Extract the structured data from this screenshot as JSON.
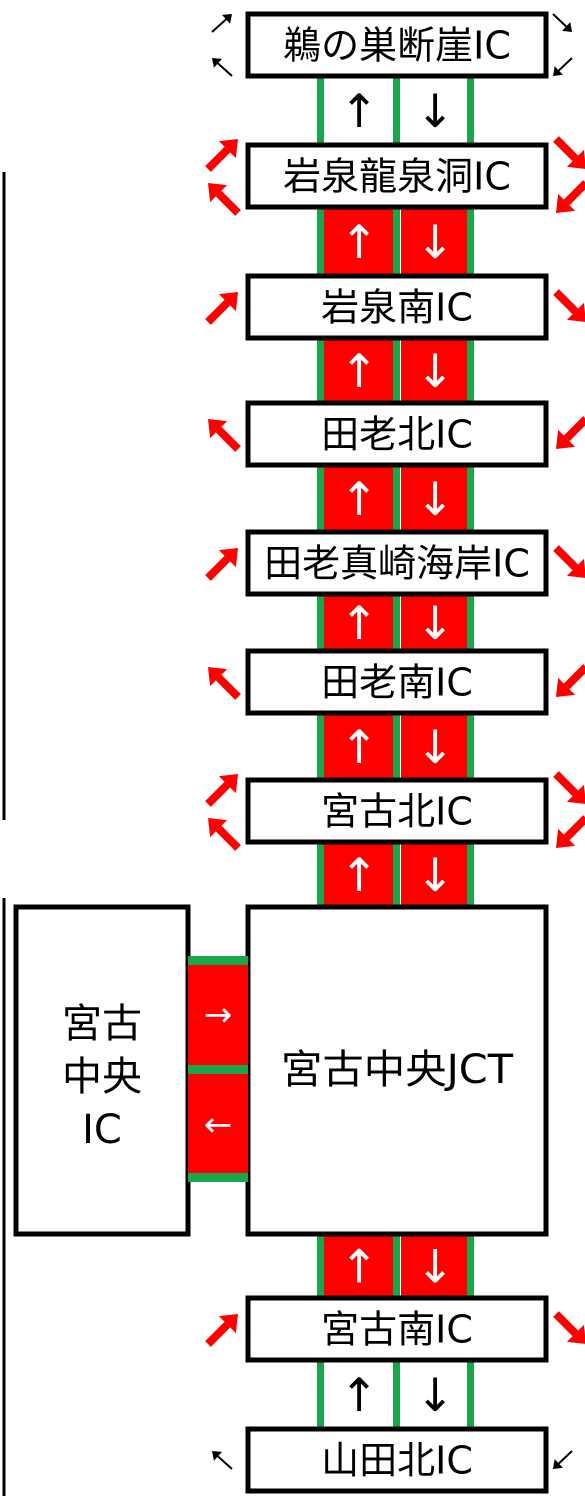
{
  "interchanges": [
    {
      "id": "ic1",
      "label": "鵜の巣断崖IC",
      "ramp_style": "small",
      "left": [
        "ur",
        "ul"
      ],
      "right": [
        "dr",
        "dl"
      ]
    },
    {
      "id": "ic2",
      "label": "岩泉龍泉洞IC",
      "ramp_style": "red",
      "left": [
        "ur",
        "ul"
      ],
      "right": [
        "dr",
        "dl"
      ]
    },
    {
      "id": "ic3",
      "label": "岩泉南IC",
      "ramp_style": "red",
      "left": [
        "ur"
      ],
      "right": [
        "dr"
      ]
    },
    {
      "id": "ic4",
      "label": "田老北IC",
      "ramp_style": "red",
      "left": [
        "ul"
      ],
      "right": [
        "dl"
      ]
    },
    {
      "id": "ic5",
      "label": "田老真崎海岸IC",
      "ramp_style": "red",
      "left": [
        "ur"
      ],
      "right": [
        "dr"
      ]
    },
    {
      "id": "ic6",
      "label": "田老南IC",
      "ramp_style": "red",
      "left": [
        "ul"
      ],
      "right": [
        "dl"
      ]
    },
    {
      "id": "ic7",
      "label": "宮古北IC",
      "ramp_style": "red",
      "left": [
        "ur",
        "ul"
      ],
      "right": [
        "dr",
        "dl"
      ]
    },
    {
      "id": "ic8",
      "label": "宮古南IC",
      "ramp_style": "red",
      "left": [
        "ur"
      ],
      "right": [
        "dr"
      ]
    },
    {
      "id": "ic9",
      "label": "山田北IC",
      "ramp_style": "small",
      "left": [
        "ul"
      ],
      "right": [
        "dl"
      ]
    }
  ],
  "segments": [
    {
      "style": "black",
      "up": "↑",
      "down": "↓"
    },
    {
      "style": "red",
      "up": "↑",
      "down": "↓"
    },
    {
      "style": "red",
      "up": "↑",
      "down": "↓"
    },
    {
      "style": "red",
      "up": "↑",
      "down": "↓"
    },
    {
      "style": "red",
      "up": "↑",
      "down": "↓"
    },
    {
      "style": "red",
      "up": "↑",
      "down": "↓"
    },
    {
      "style": "red",
      "up": "↑",
      "down": "↓"
    },
    {
      "style": "red",
      "up": "↑",
      "down": "↓"
    },
    {
      "style": "black",
      "up": "↑",
      "down": "↓"
    }
  ],
  "junction": {
    "label": "宮古中央JCT"
  },
  "side_ic": {
    "lines": [
      "宮古",
      "中央",
      "IC"
    ]
  },
  "connector": {
    "right": "→",
    "left": "←"
  },
  "colors": {
    "red": "#ff0000",
    "green": "#1aa64a",
    "black": "#000000",
    "white": "#ffffff"
  }
}
